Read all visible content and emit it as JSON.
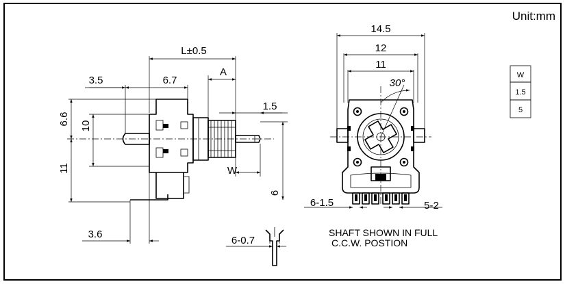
{
  "unit_label": "Unit:mm",
  "side_view": {
    "length": "L±0.5",
    "dim_a": "A",
    "dim_3_5": "3.5",
    "dim_6_7": "6.7",
    "dim_1_5": "1.5",
    "dim_6_6": "6.6",
    "dim_10": "10",
    "dim_11": "11",
    "dim_w": "W",
    "dim_6": "6",
    "dim_3_6": "3.6"
  },
  "front_view": {
    "width_14_5": "14.5",
    "width_12": "12",
    "width_11": "11",
    "angle": "30°",
    "pins_6_1_5": "6-1.5",
    "pins_5_2": "5-2"
  },
  "pin_detail": {
    "dim_6_0_7": "6-0.7"
  },
  "note": {
    "line1": "SHAFT SHOWN IN FULL",
    "line2": "C.C.W. POSTION"
  },
  "table": {
    "header": "W",
    "rows": [
      "1.5",
      "5"
    ]
  }
}
